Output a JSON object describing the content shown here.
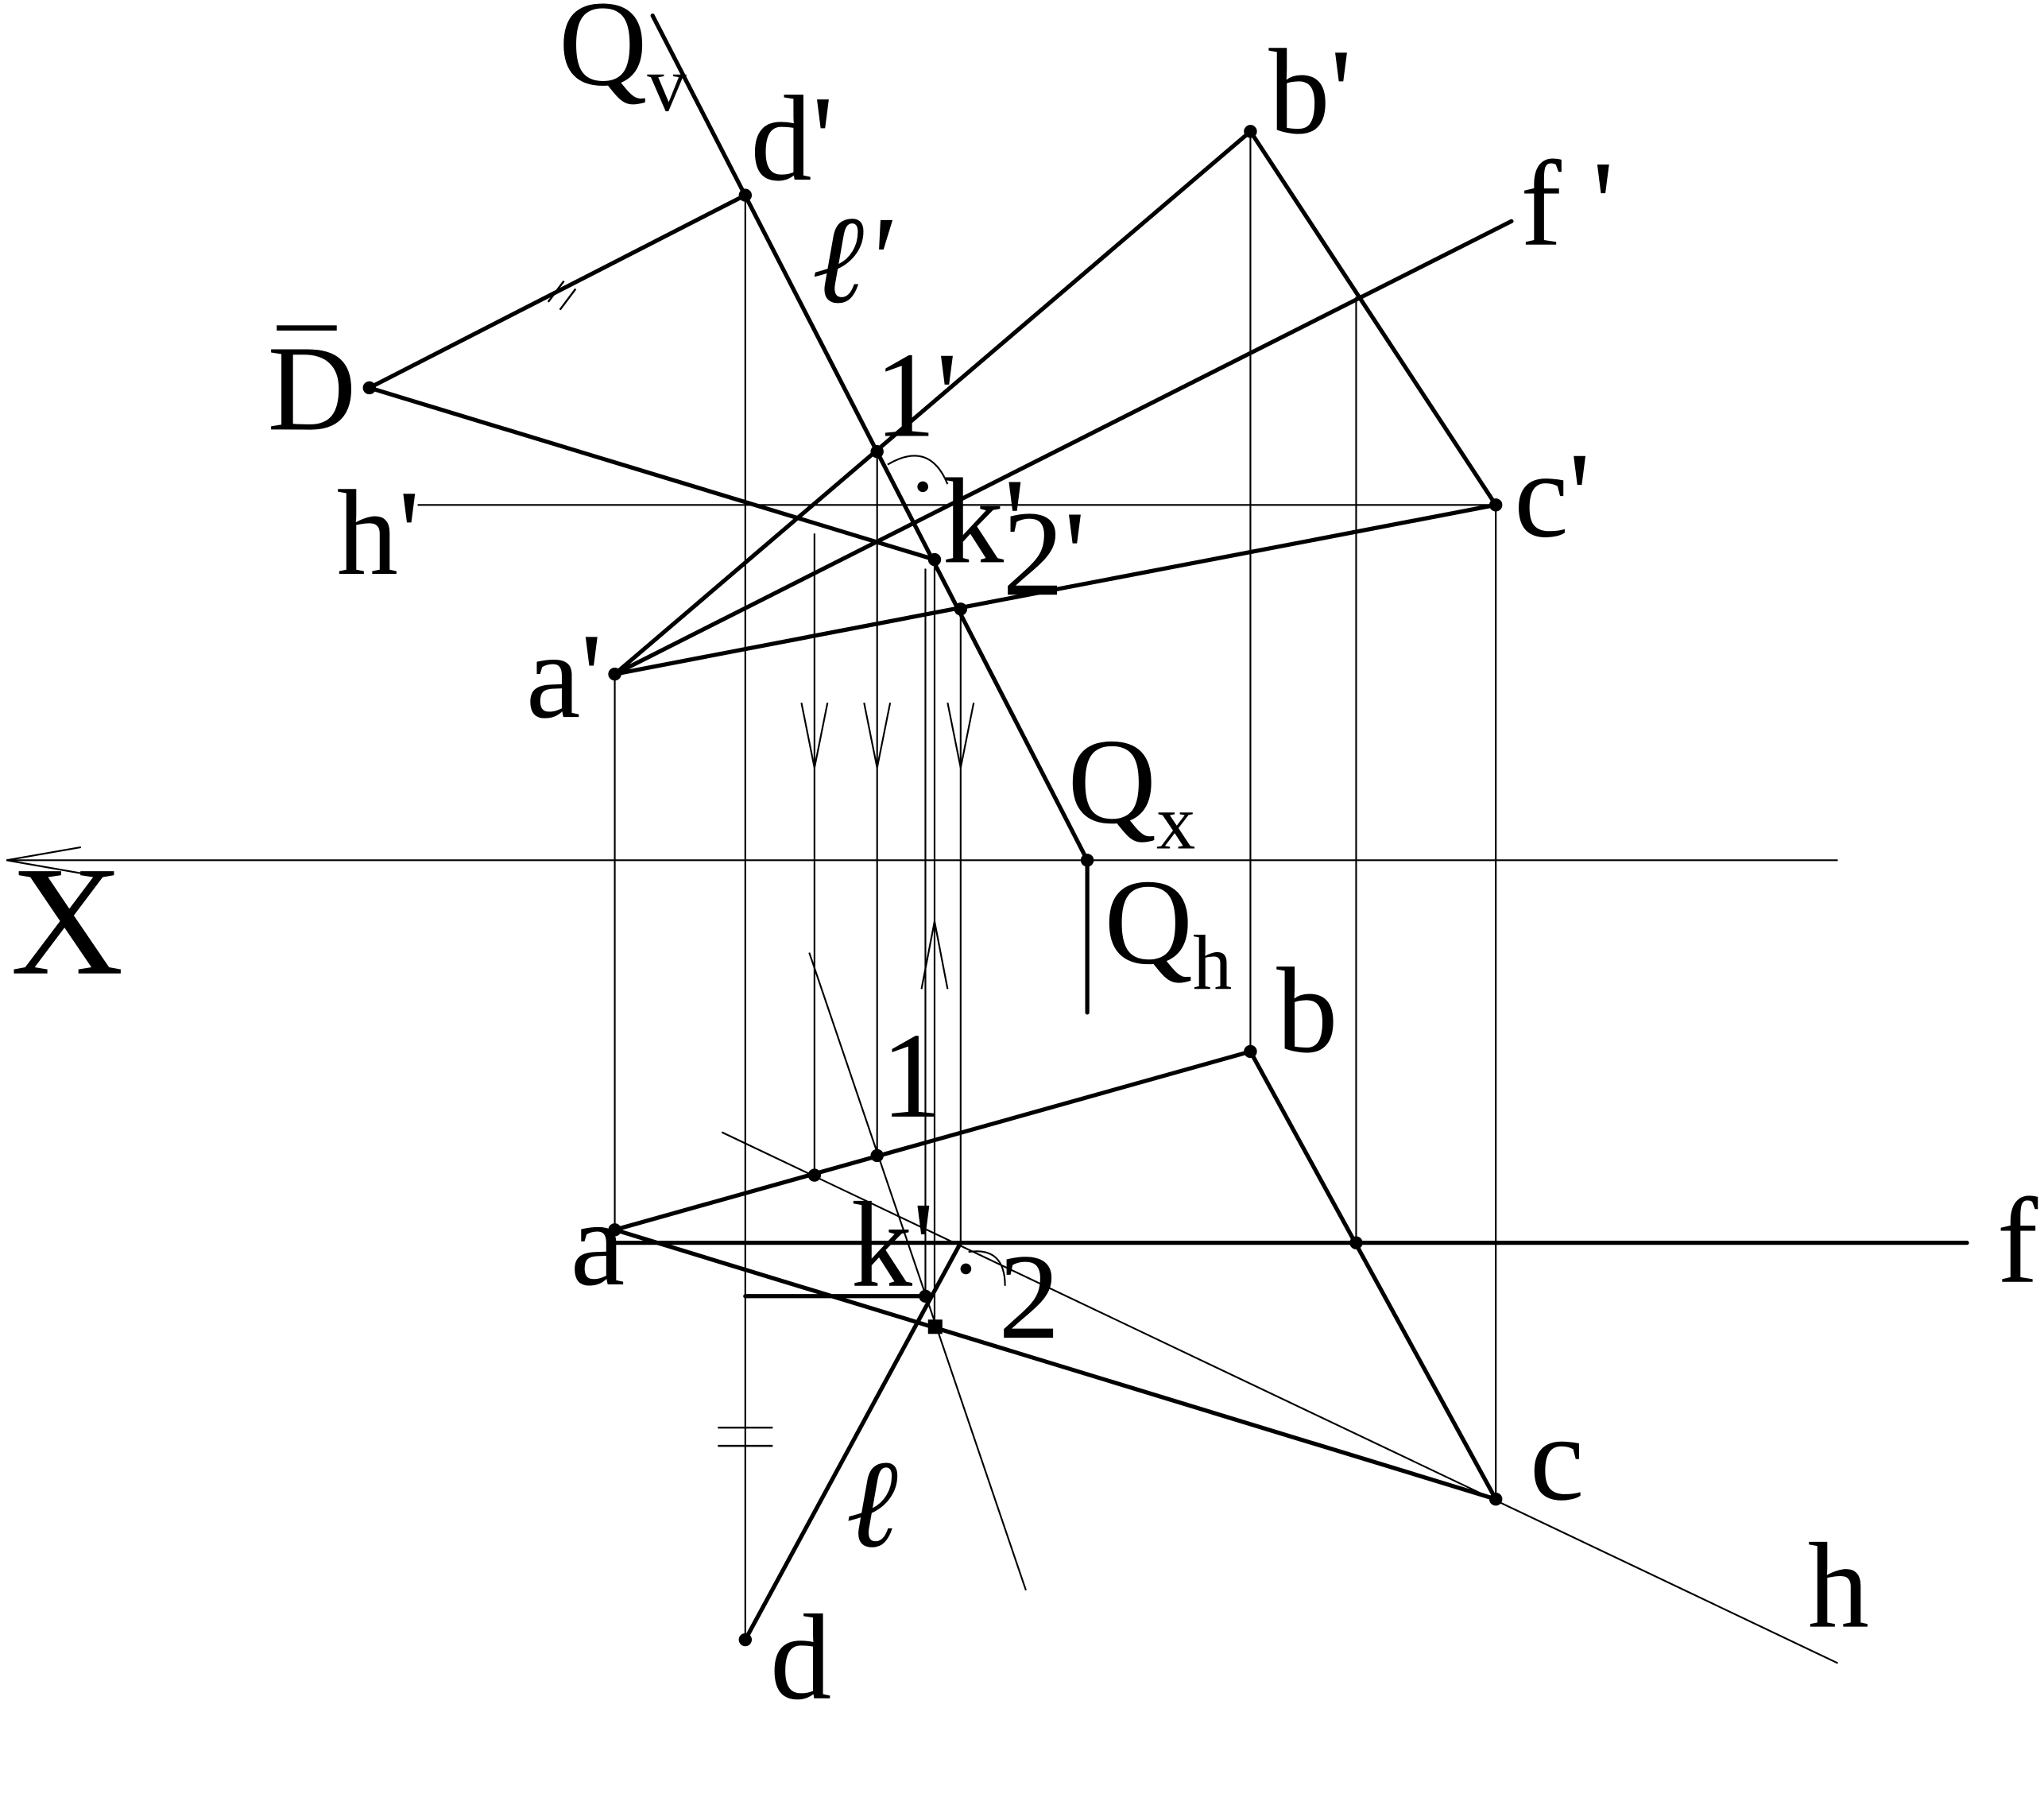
{
  "colors": {
    "ink": "#000000",
    "background": "#ffffff"
  },
  "labels": {
    "q_v": "Q",
    "q_v_sub": "v",
    "d_prime": "d'",
    "b_prime": "b'",
    "f_prime": "f '",
    "ell_prime": "ℓ'",
    "d_bar": "D",
    "one_prime": "1'",
    "h_prime": "h'",
    "k_prime_top": "k'",
    "two_prime": "2'",
    "c_prime": "c'",
    "a_prime": "a'",
    "q_x": "Q",
    "q_x_sub": "x",
    "x_axis": "X",
    "q_h": "Q",
    "q_h_sub": "h",
    "b": "b",
    "one": "1",
    "a": "a",
    "f": "f",
    "k_prime_bottom": "k'",
    "two": "2",
    "c": "c",
    "ell": "ℓ",
    "h": "h",
    "d": "d"
  },
  "icons": {
    "arrow_down": "open-arrowhead-down",
    "arrow_up": "open-arrowhead-up",
    "arrow_left": "open-arrowhead-left",
    "right_angle": "right-angle-arc-with-dot",
    "equal_marks": "equal-length-tick-marks"
  }
}
